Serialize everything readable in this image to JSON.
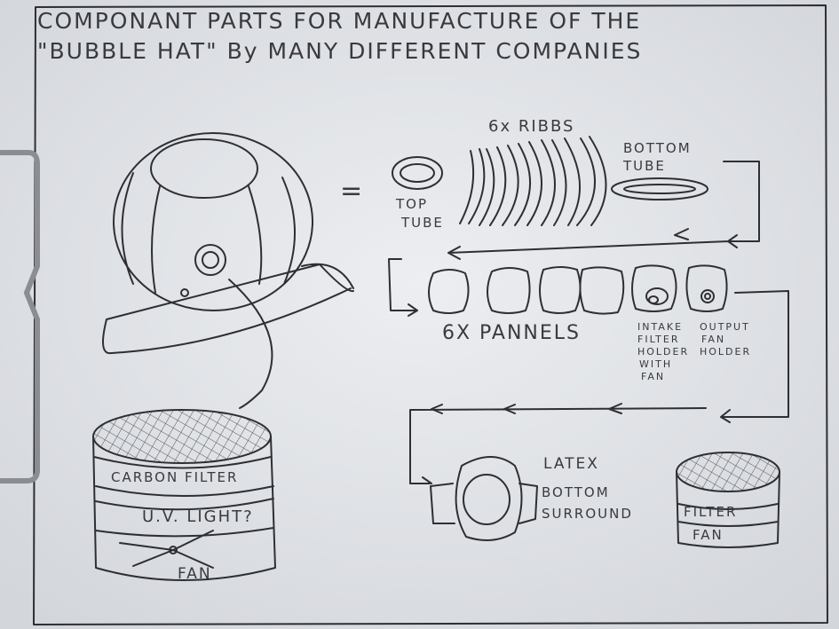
{
  "title": {
    "line1": "COMPONANT PARTS FOR MANUFACTURE OF THE",
    "line2": "\"BUBBLE HAT\" By MANY DIFFERENT COMPANIES"
  },
  "equals": "=",
  "parts": {
    "top_tube": [
      "TOP",
      "TUBE"
    ],
    "ribs": "6x RIBBS",
    "bottom_tube": [
      "BOTTOM",
      "TUBE"
    ],
    "panels": "6X PANNELS",
    "intake": [
      "INTAKE",
      "FILTER",
      "HOLDER",
      "WITH",
      "FAN"
    ],
    "output": [
      "OUTPUT",
      "FAN",
      "HOLDER"
    ],
    "latex": [
      "LATEX",
      "BOTTOM",
      "SURROUND"
    ],
    "filter_fan": [
      "FILTER",
      "FAN"
    ]
  },
  "filter_unit": {
    "carbon": "CARBON FILTER",
    "uv": "U.V. LIGHT?",
    "fan": "FAN"
  },
  "colors": {
    "paper": "#e4e6ea",
    "ink": "#2f2f33"
  }
}
